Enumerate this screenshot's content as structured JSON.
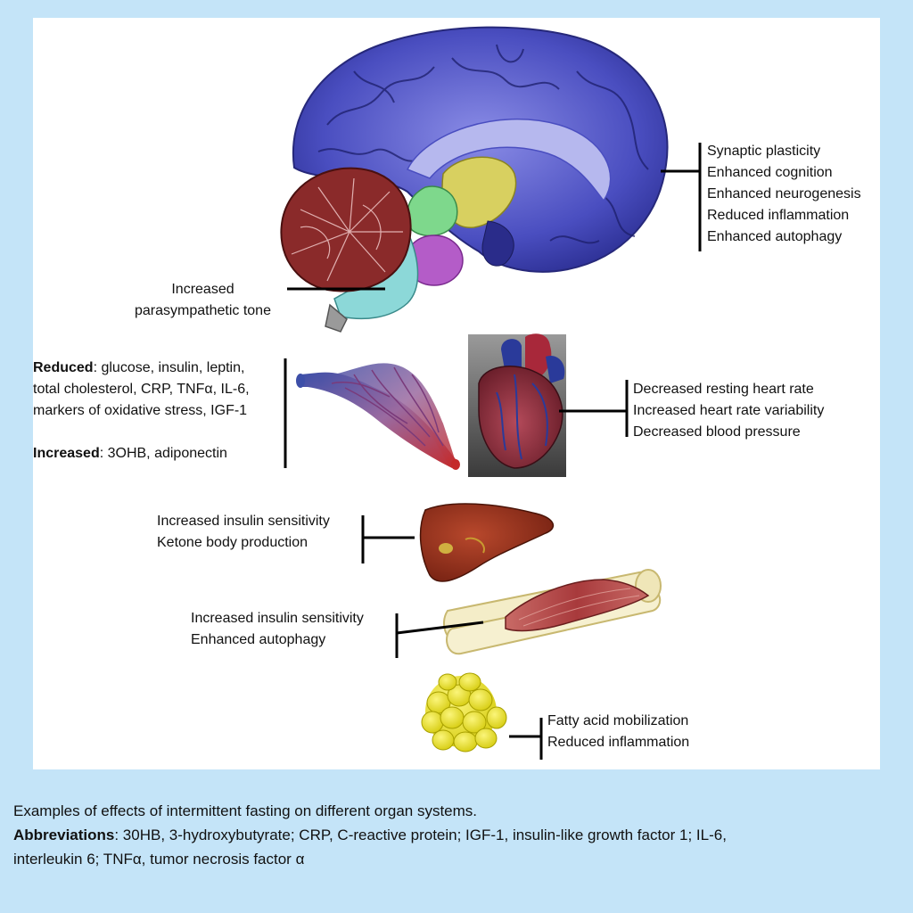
{
  "figure": {
    "brain_effects": [
      "Synaptic plasticity",
      "Enhanced cognition",
      "Enhanced neurogenesis",
      "Reduced inflammation",
      "Enhanced autophagy"
    ],
    "brainstem_effects": [
      "Increased",
      "parasympathetic tone"
    ],
    "blood": {
      "reduced_label": "Reduced",
      "reduced_lines": [
        ": glucose, insulin, leptin,",
        "total cholesterol, CRP, TNFα, IL-6,",
        "markers of oxidative stress, IGF-1"
      ],
      "increased_label": "Increased",
      "increased_text": ": 3OHB, adiponectin"
    },
    "heart_effects": [
      "Decreased resting heart rate",
      "Increased heart rate variability",
      "Decreased blood pressure"
    ],
    "liver_effects": [
      "Increased insulin sensitivity",
      "Ketone body production"
    ],
    "muscle_effects": [
      "Increased insulin sensitivity",
      "Enhanced autophagy"
    ],
    "fat_effects": [
      "Fatty acid mobilization",
      "Reduced inflammation"
    ]
  },
  "caption": {
    "title": "Examples of effects of intermittent fasting on different organ systems.",
    "abbrev_label": "Abbreviations",
    "abbrev_line1": ": 30HB, 3-hydroxybutyrate; CRP, C-reactive protein; IGF-1, insulin-like growth factor 1; IL-6,",
    "abbrev_line2": "interleukin 6; TNFα, tumor necrosis factor α"
  },
  "colors": {
    "page_background": "#c4e4f8",
    "panel_background": "#ffffff",
    "cerebrum": "#3b3fb0",
    "cerebellum": "#8a2a2a",
    "thalamus": "#d8d060",
    "brainstem": "#8cd8d8",
    "pons": "#b45cc8",
    "heart": "#8c2a3a",
    "liver": "#8e2a1c",
    "muscle": "#b84a48",
    "fat": "#e8e020"
  }
}
